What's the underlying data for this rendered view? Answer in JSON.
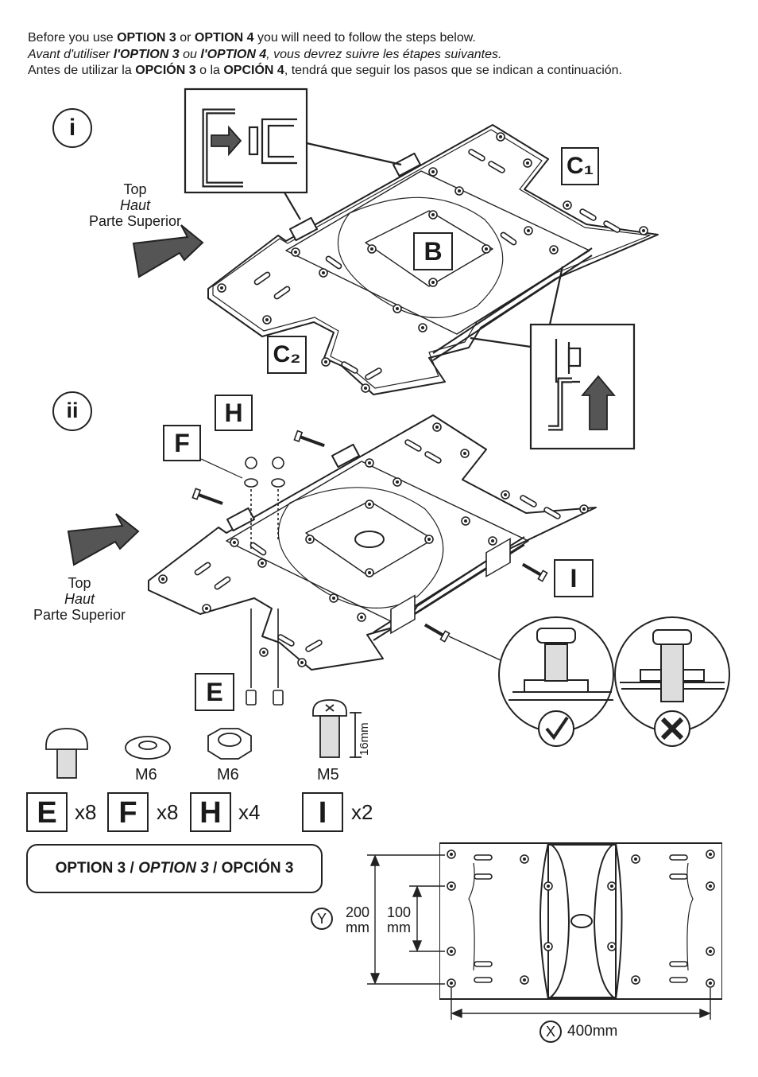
{
  "intro": {
    "line1_a": "Before you use ",
    "line1_b": "OPTION 3",
    "line1_c": " or ",
    "line1_d": "OPTION 4",
    "line1_e": " you will need to follow the steps below.",
    "line2_a": "Avant d'utiliser ",
    "line2_b": "l'OPTION 3",
    "line2_c": " ou ",
    "line2_d": "l'OPTION 4",
    "line2_e": ", vous devrez suivre les étapes suivantes.",
    "line3_a": "Antes de utilizar la ",
    "line3_b": "OPCIÓN 3",
    "line3_c": " o la ",
    "line3_d": "OPCIÓN 4",
    "line3_e": ", tendrá que seguir los pasos que se indican a continuación."
  },
  "steps": {
    "step1": "i",
    "step2": "ii"
  },
  "top_label": {
    "en": "Top",
    "fr": "Haut",
    "es": "Parte Superior"
  },
  "labels": {
    "b": "B",
    "c1": "C₁",
    "c2": "C₂",
    "e": "E",
    "f": "F",
    "h": "H",
    "i": "I"
  },
  "parts": {
    "washer_size": "M6",
    "nut_size": "M6",
    "screw_size": "M5",
    "screw_length": "16mm",
    "e_qty": "x8",
    "f_qty": "x8",
    "h_qty": "x4",
    "i_qty": "x2"
  },
  "option": {
    "a": "OPTION 3 / ",
    "b": "OPTION 3",
    "c": " / OPCIÓN 3"
  },
  "dimensions": {
    "y_letter": "Y",
    "y_outer_a": "200",
    "y_outer_b": "mm",
    "y_inner_a": "100",
    "y_inner_b": "mm",
    "x_letter": "X",
    "x_value": "400mm"
  },
  "icons": {
    "ok": "checkmark-icon",
    "bad": "cross-icon",
    "arrow": "top-direction-arrow-icon"
  }
}
